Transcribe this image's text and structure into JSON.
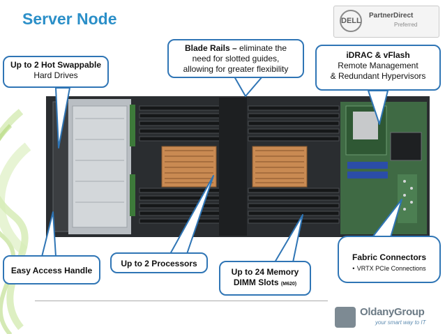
{
  "slide": {
    "title": "Server Node"
  },
  "callouts": {
    "hot_swap": {
      "line1": "Up to 2 Hot Swappable",
      "line2": "Hard Drives"
    },
    "blade_rails": {
      "bold": "Blade Rails –",
      "line1_rest": " eliminate the",
      "line2": "need for slotted guides,",
      "line3": "allowing for greater flexibility"
    },
    "idrac": {
      "bold": "iDRAC & vFlash",
      "line2": "Remote Management",
      "line3": "& Redundant Hypervisors"
    },
    "handle": {
      "bold": "Easy Access Handle"
    },
    "processors": {
      "bold": "Up to 2 Processors"
    },
    "memory": {
      "bold1": "Up to 24 Memory",
      "bold2": "DIMM Slots",
      "small": "(M620)"
    },
    "fabric": {
      "bold": "Fabric Connectors",
      "bullet": "•",
      "item": "VRTX PCIe Connections"
    }
  },
  "logos": {
    "dell": "DELL",
    "partner_direct": "PartnerDirect",
    "preferred": "Preferred",
    "oldany": "OldanyGroup",
    "oldany_tagline": "your smart way to IT"
  },
  "colors": {
    "title": "#2b8fc8",
    "callout_border": "#2f75b5",
    "pointer": "#2f75b5",
    "swirl": "#8cc63f"
  }
}
